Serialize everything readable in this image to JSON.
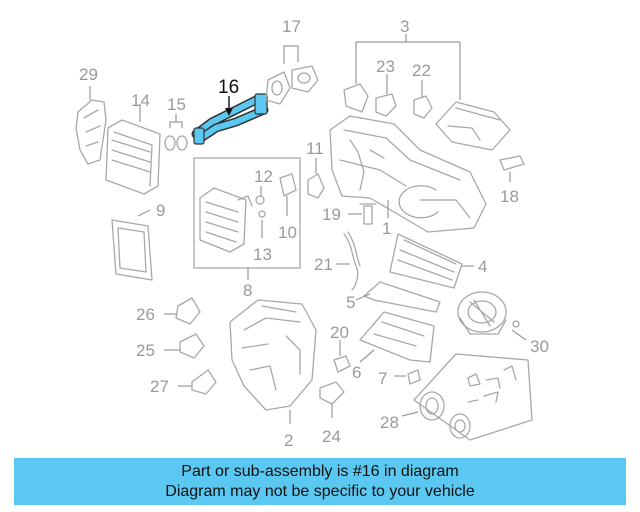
{
  "diagram": {
    "highlight_color": "#5ac8f0",
    "highlighted_label": "16",
    "callouts": {
      "c1": "1",
      "c2": "2",
      "c3": "3",
      "c5": "5",
      "c6": "6",
      "c7": "7",
      "c8": "8",
      "c9": "9",
      "c10": "10",
      "c11": "11",
      "c12": "12",
      "c13": "13",
      "c14": "14",
      "c15": "15",
      "c16": "16",
      "c17": "17",
      "c18": "18",
      "c19": "19",
      "c20": "20",
      "c21": "21",
      "c22": "22",
      "c23": "23",
      "c24": "24",
      "c25": "25",
      "c26": "26",
      "c27": "27",
      "c28": "28",
      "c29": "29",
      "c30": "30",
      "c4": "4"
    }
  },
  "banner": {
    "background": "#5ac8f0",
    "line1": "Part or sub-assembly is #16 in diagram",
    "line2": "Diagram may not be specific to your vehicle"
  }
}
